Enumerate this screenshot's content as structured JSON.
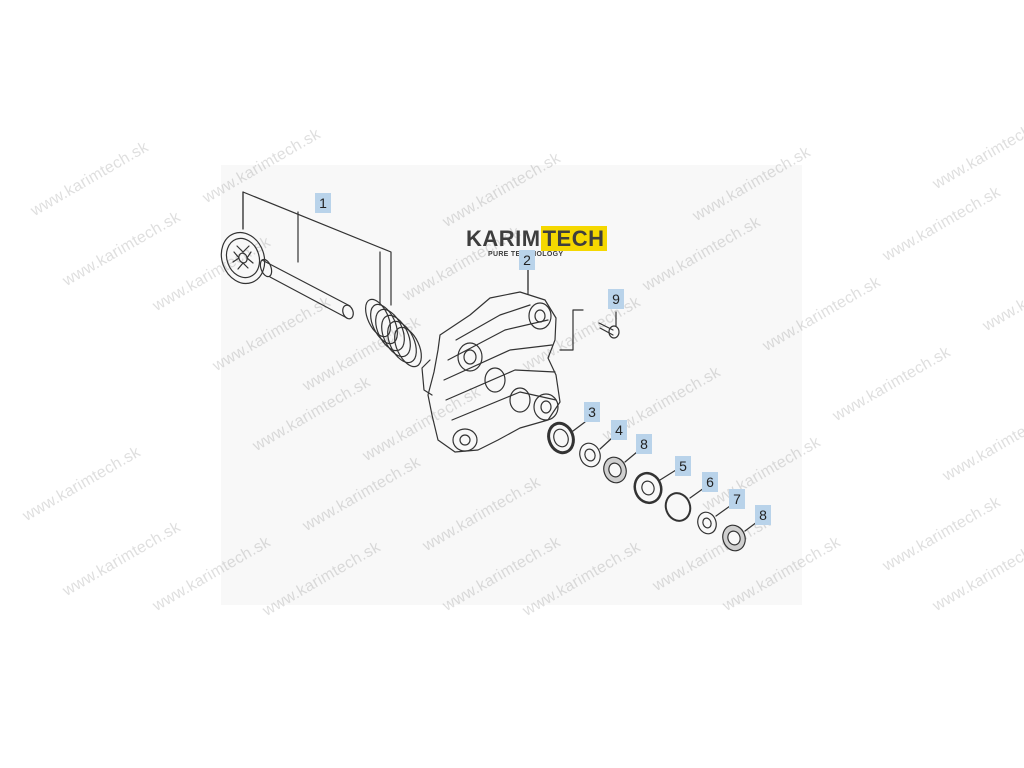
{
  "brand": {
    "name_part1": "KARIM",
    "name_part2": "TECH",
    "tagline": "PURE TECHNOLOGY"
  },
  "watermark": "www.karimtech.sk",
  "colors": {
    "callout_fill": "#b9d3ea",
    "brand_yellow": "#f5d800",
    "line": "#333333",
    "panel": "#f8f8f8"
  },
  "callouts": [
    {
      "id": "1",
      "label": "1"
    },
    {
      "id": "2",
      "label": "2"
    },
    {
      "id": "3",
      "label": "3"
    },
    {
      "id": "4",
      "label": "4"
    },
    {
      "id": "8a",
      "label": "8"
    },
    {
      "id": "5",
      "label": "5"
    },
    {
      "id": "6",
      "label": "6"
    },
    {
      "id": "7",
      "label": "7"
    },
    {
      "id": "8b",
      "label": "8"
    },
    {
      "id": "9",
      "label": "9"
    }
  ]
}
